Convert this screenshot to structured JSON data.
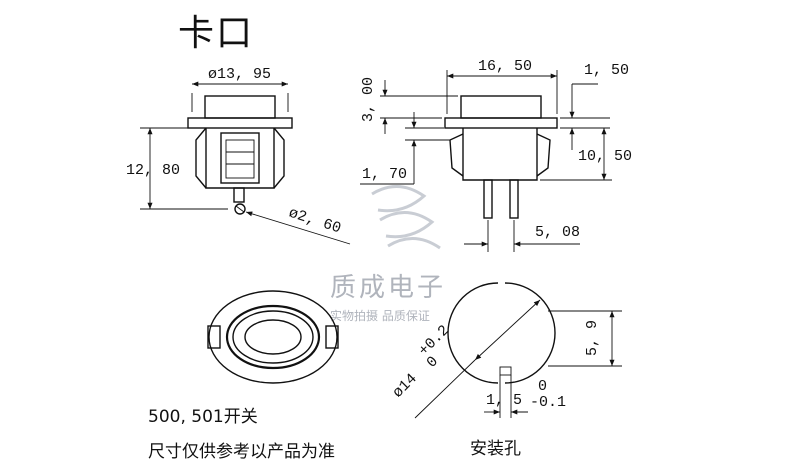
{
  "title": "卡口",
  "dims": {
    "front_width": "ø13, 95",
    "front_height": "12, 80",
    "pin_hole": "ø2, 60",
    "side_width": "16, 50",
    "side_top": "1, 50",
    "side_cap": "3, 00",
    "side_height": "10, 50",
    "side_flange": "1, 70",
    "pin_pitch": "5, 08",
    "hole_dia": "ø14",
    "hole_tol_upper": "+0.2",
    "hole_tol_lower": "0",
    "hole_flat": "5, 9",
    "slot_width": "1, 5",
    "slot_tol_upper": "0",
    "slot_tol_lower": "-0.1"
  },
  "watermark": {
    "name": "质成电子",
    "tagline": "实物拍摄 品质保证"
  },
  "notes": {
    "model": "500, 501开关",
    "disclaimer": "尺寸仅供参考以产品为准",
    "hole_label": "安装孔"
  }
}
